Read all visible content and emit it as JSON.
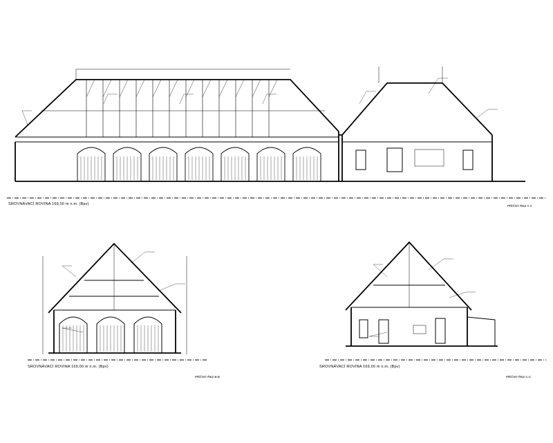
{
  "sections": {
    "a": {
      "datum": "SROVNÁVACÍ ROVINA 169,00 m n.m. (Bpv)",
      "title": "PŘÍČNÝ ŘEZ A-A"
    },
    "b": {
      "datum": "SROVNÁVACÍ ROVINA 169,00 m n.m. (Bpv)",
      "title": "PŘÍČNÝ ŘEZ B-B"
    },
    "c": {
      "datum": "SROVNÁVACÍ ROVINA 169,00 m n.m. (Bpv)",
      "title": "PŘÍČNÝ ŘEZ C-C"
    }
  },
  "colors": {
    "ink": "#000000",
    "paper": "#ffffff",
    "hatch": "#222222"
  }
}
